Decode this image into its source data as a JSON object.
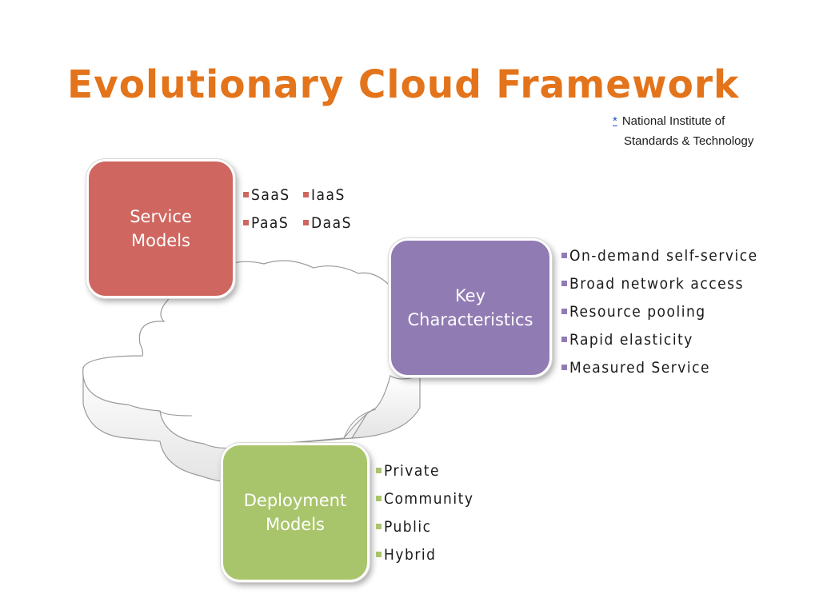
{
  "title": "Evolutionary Cloud Framework",
  "footnote": {
    "marker": "*",
    "line1": "National Institute of",
    "line2": "Standards & Technology"
  },
  "boxes": {
    "service": {
      "label": "Service\nModels",
      "color": "#cf6660"
    },
    "key": {
      "label": "Key\nCharacteristics",
      "color": "#917bb3"
    },
    "deployment": {
      "label": "Deployment\nModels",
      "color": "#a9c56b"
    }
  },
  "service_items": [
    "SaaS",
    "IaaS",
    "PaaS",
    "DaaS"
  ],
  "key_items": [
    "On-demand self-service",
    "Broad network access",
    "Resource pooling",
    "Rapid elasticity",
    "Measured Service"
  ],
  "deployment_items": [
    "Private",
    "Community",
    "Public",
    "Hybrid"
  ],
  "colors": {
    "title": "#e3741b",
    "footnote_marker": "#1f4fd6"
  }
}
